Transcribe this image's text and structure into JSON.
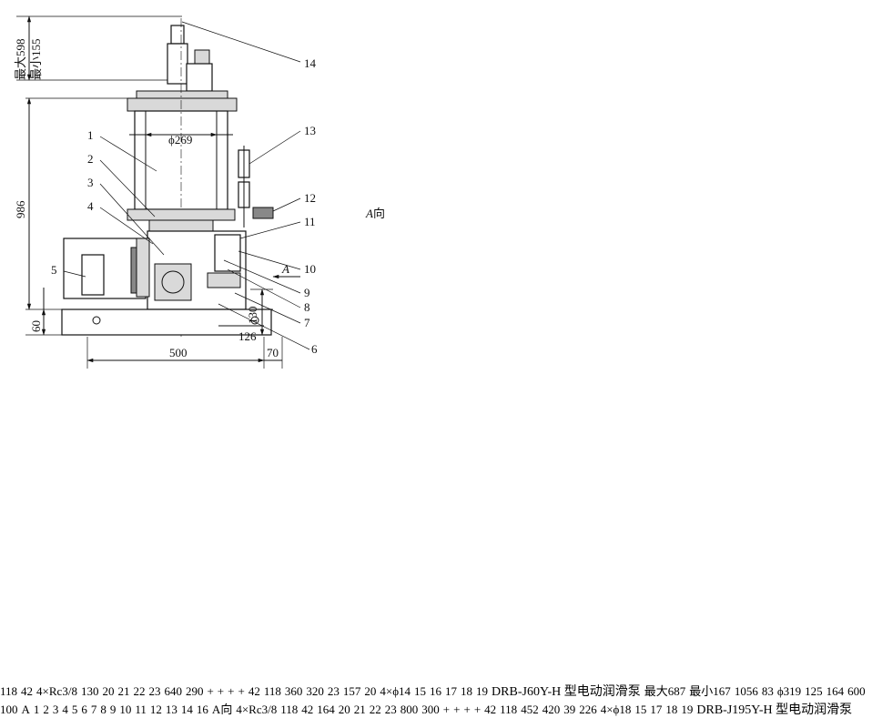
{
  "captions": {
    "left": "DRB-J60Y-H 型电动润滑泵",
    "right": "DRB-J195Y-H 型电动润滑泵"
  },
  "left_front": {
    "max_height": "最大598",
    "min_height": "最小155",
    "diameter": "ϕ269",
    "height_total": "986",
    "height_base": "60",
    "dim_130": "130",
    "dim_126": "126",
    "dim_70": "70",
    "dim_500": "500",
    "arrow_label": "A"
  },
  "left_view_a": {
    "title": "A向",
    "dim_118": "118",
    "dim_42": "42",
    "thread_note_base": "4×R",
    "thread_note_sub": "c",
    "thread_note_frac": "3/8",
    "dim_130": "130",
    "ports": [
      "20",
      "21",
      "22",
      "23"
    ]
  },
  "left_plan": {
    "dim_640": "640",
    "dim_290": "290",
    "hole_note": "4×ϕ14",
    "dim_360": "360",
    "dim_320": "320",
    "dim_23": "23",
    "dim_157": "157",
    "dim_20": "20",
    "dim_42": "42",
    "dim_118": "118"
  },
  "right_front": {
    "max_height": "最大687",
    "min_height": "最小167",
    "diameter": "ϕ319",
    "height_total": "1056",
    "height_base": "83",
    "dim_125": "125",
    "dim_164": "164",
    "dim_600": "600",
    "dim_100": "100",
    "arrow_label": "A"
  },
  "right_view_a": {
    "title": "A向",
    "dim_118": "118",
    "dim_42": "42",
    "thread_note_base": "4×R",
    "thread_note_sub": "c",
    "thread_note_frac": "3/8",
    "dim_164": "164",
    "ports": [
      "20",
      "21",
      "22",
      "23"
    ]
  },
  "right_plan": {
    "dim_800": "800",
    "dim_300": "300",
    "hole_note": "4×ϕ18",
    "dim_452": "452",
    "dim_420": "420",
    "dim_39": "39",
    "dim_226": "226",
    "dim_42": "42",
    "dim_118": "118"
  },
  "callouts_left_front": [
    "1",
    "2",
    "3",
    "4",
    "5",
    "6",
    "7",
    "8",
    "9",
    "10",
    "11",
    "12",
    "13",
    "14"
  ],
  "callouts_right_front": [
    "1",
    "2",
    "3",
    "4",
    "5",
    "6",
    "7",
    "8",
    "9",
    "10",
    "11",
    "12",
    "13",
    "14",
    "16"
  ],
  "callouts_left_plan": [
    "15",
    "16",
    "17",
    "18",
    "19"
  ],
  "callouts_right_plan": [
    "15",
    "17",
    "18",
    "19"
  ]
}
